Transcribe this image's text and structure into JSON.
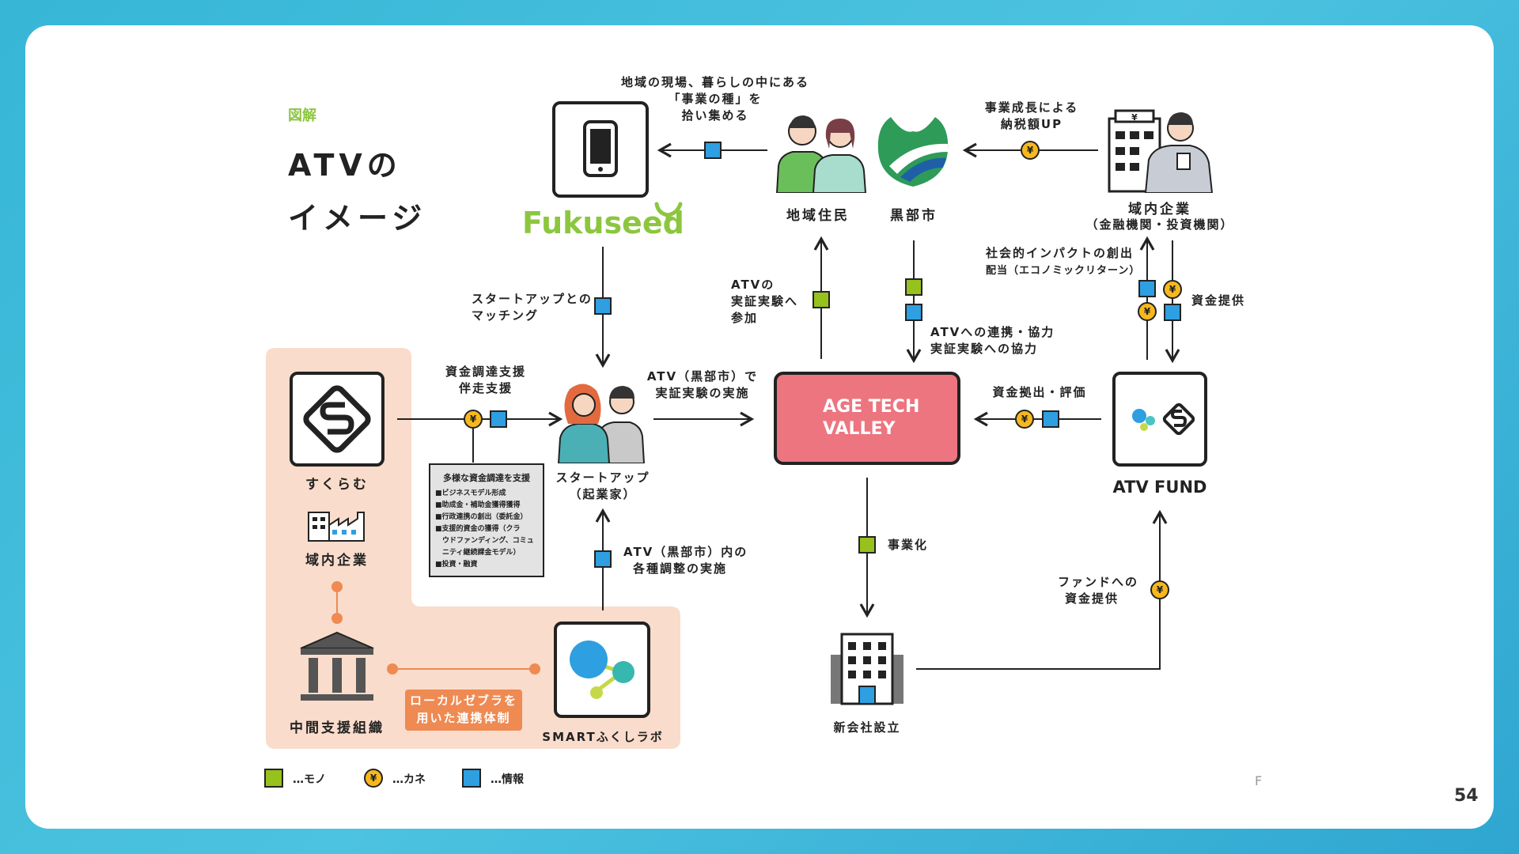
{
  "title": {
    "label": "図解",
    "line1": "ATVの",
    "line2": "イメージ"
  },
  "nodes": {
    "fukuseed": "Fukuseed",
    "residents": "地域住民",
    "kurobe": "黒部市",
    "local_companies_top": "域内企業",
    "local_companies_top_sub": "（金融機関・投資機関）",
    "startup": "スタートアップ",
    "startup_sub": "（起業家）",
    "atv_line1": "AGE TECH",
    "atv_line2": "VALLEY",
    "atv_fund": "ATV FUND",
    "sukuramu": "すくらむ",
    "local_companies_left": "域内企業",
    "intermediary": "中間支援組織",
    "smart_lab": "SMARTふくしラボ",
    "new_company": "新会社設立",
    "local_zebra": "ローカルゼブラを",
    "local_zebra2": "用いた連携体制"
  },
  "labels": {
    "seeds1": "地域の現場、暮らしの中にある",
    "seeds2": "「事業の種」を",
    "seeds3": "拾い集める",
    "tax1": "事業成長による",
    "tax2": "納税額UP",
    "matching1": "スタートアップとの",
    "matching2": "マッチング",
    "join1": "ATVの",
    "join2": "実証実験へ",
    "join3": "参加",
    "coop1": "ATVへの連携・協力",
    "coop2": "実証実験への協力",
    "impact1": "社会的インパクトの創出",
    "impact2": "配当（エコノミックリターン）",
    "funding": "資金提供",
    "fundraise1": "資金調達支援",
    "fundraise2": "伴走支援",
    "experiment1": "ATV（黒部市）で",
    "experiment2": "実証実験の実施",
    "invest_eval": "資金拠出・評価",
    "adjust1": "ATV（黒部市）内の",
    "adjust2": "各種調整の実施",
    "commercialize": "事業化",
    "fund_provide1": "ファンドへの",
    "fund_provide2": "資金提供"
  },
  "support_box": {
    "heading": "多様な資金調達を支援",
    "items": [
      "■ビジネスモデル形成",
      "■助成金・補助金獲得獲得",
      "■行政連携の創出（委託金）",
      "■支援的資金の獲得（クラ",
      "　ウドファンディング、コミュ",
      "　ニティ継続課金モデル）",
      "■投資・融資"
    ]
  },
  "legend": {
    "mono": "…モノ",
    "kane": "…カネ",
    "joho": "…情報"
  },
  "coin_symbol": "¥",
  "page_number": "54",
  "footer_mark": "F",
  "colors": {
    "info_blue": "#2e9fe0",
    "mono_green": "#97c11d",
    "kane_yellow": "#f6b81d",
    "atv_pink": "#ec7580",
    "region_peach": "#f9dccb",
    "zebra_orange": "#ef8a52",
    "accent_green": "#8cc63f"
  }
}
